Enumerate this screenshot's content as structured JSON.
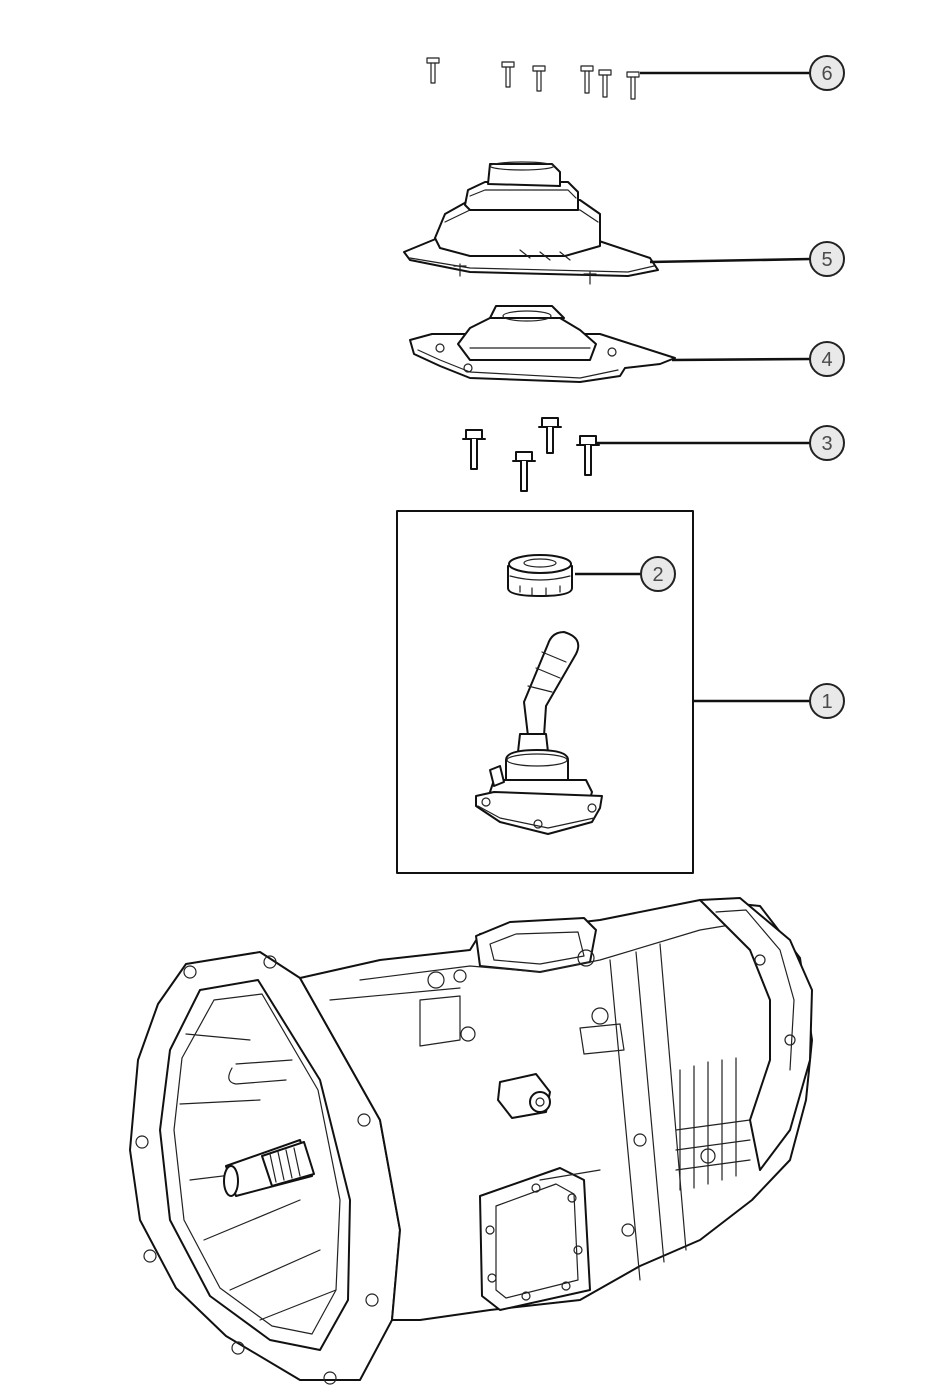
{
  "callouts": [
    {
      "id": "6",
      "label": "6"
    },
    {
      "id": "5",
      "label": "5"
    },
    {
      "id": "4",
      "label": "4"
    },
    {
      "id": "3",
      "label": "3"
    },
    {
      "id": "2",
      "label": "2"
    },
    {
      "id": "1",
      "label": "1"
    }
  ],
  "colors": {
    "line": "#111111",
    "bubble": "#e9e9e9",
    "label": "#4a4a4a"
  }
}
